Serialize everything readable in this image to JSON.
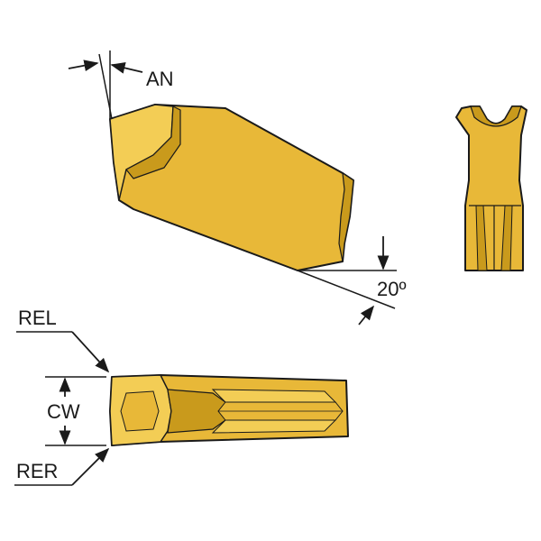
{
  "labels": {
    "an": "AN",
    "angle": "20º",
    "rel": "REL",
    "cw": "CW",
    "rer": "RER"
  },
  "colors": {
    "insert_fill": "#e8b838",
    "insert_light": "#f3cd55",
    "insert_dark": "#c99a1c",
    "outline": "#1a1a1a",
    "background": "#ffffff"
  }
}
